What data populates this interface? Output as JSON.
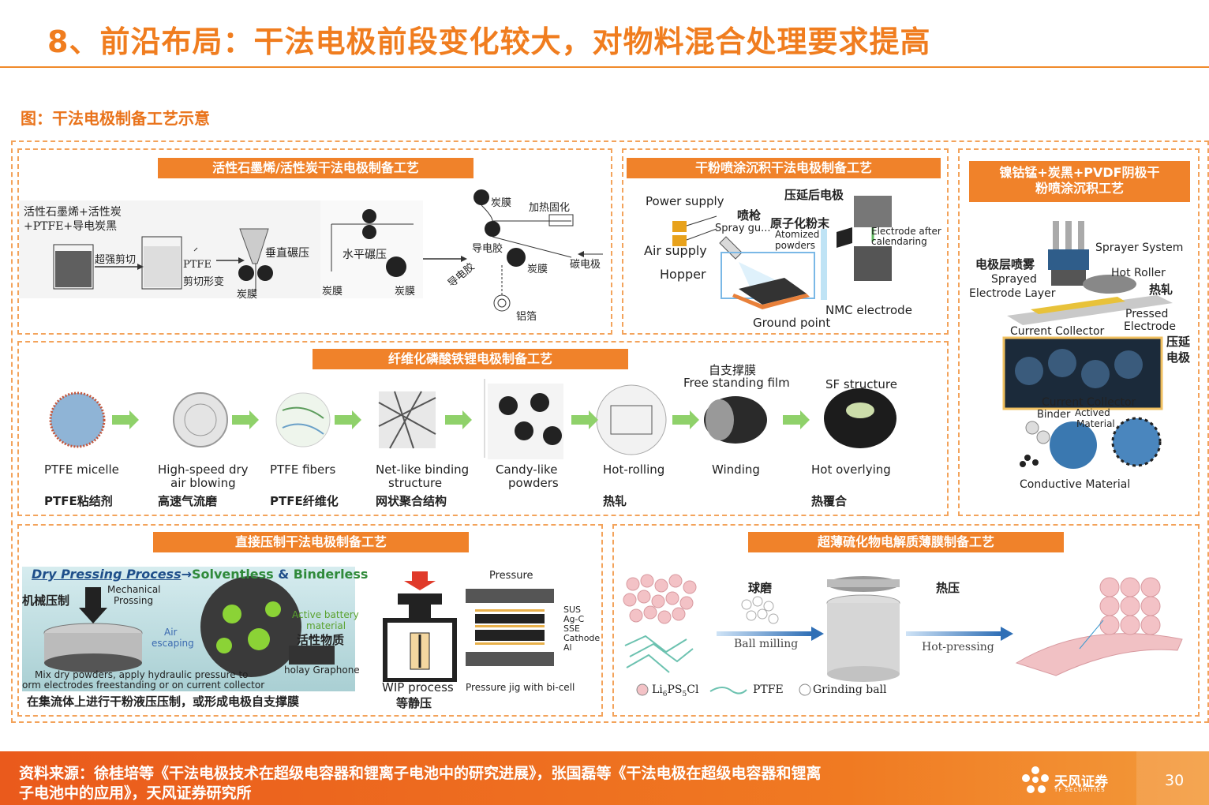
{
  "header": {
    "title": "8、前沿布局：干法电极前段变化较大，对物料混合处理要求提高",
    "figure_caption": "图：干法电极制备工艺示意"
  },
  "panel_graphene": {
    "band": "活性石墨烯/活性炭干法电极制备工艺",
    "mix_line1": "活性石墨烯+活性炭",
    "mix_line2": "+PTFE+导电炭黑",
    "shear": "超强剪切",
    "ptfe": "PTFE",
    "shear_deform": "剪切形变",
    "vertical_roll": "垂直碾压",
    "carbon_film_1": "炭膜",
    "horizontal_roll": "水平碾压",
    "carbon_film_2": "炭膜",
    "carbon_film_3": "炭膜",
    "carbon_film_top": "炭膜",
    "heat_cure": "加热固化",
    "conductive_glue_1": "导电胶",
    "conductive_glue_2": "导电胶",
    "carbon_film_4": "炭膜",
    "carbon_electrode": "碳电极",
    "aluminum_foil": "铝箔"
  },
  "panel_spray": {
    "band": "干粉喷涂沉积干法电极制备工艺",
    "power_supply": "Power supply",
    "spray_gun_cn": "喷枪",
    "spray_gun": "Spray gu...",
    "calendered_cn": "压延后电极",
    "atomized_cn": "原子化粉末",
    "atomized_en1": "Atomized",
    "atomized_en2": "powders",
    "after_cal_1": "Electrode after",
    "after_cal_2": "calendaring",
    "air_supply": "Air supply",
    "hopper": "Hopper",
    "nmc": "NMC electrode",
    "ground": "Ground point"
  },
  "panel_nmc": {
    "band_line1": "镍钴锰+炭黑+PVDF阴极干",
    "band_line2": "粉喷涂沉积工艺",
    "sprayer": "Sprayer System",
    "layer_cn": "电极层喷雾",
    "sprayed": "Sprayed",
    "electrode_layer": "Electrode Layer",
    "hot_roller": "Hot Roller",
    "hot_roll_cn": "热轧",
    "current_collector_top": "Current Collector",
    "pressed": "Pressed",
    "electrode": "Electrode",
    "cal_cn_1": "压延",
    "cal_cn_2": "电极",
    "current_collector": "Current Collector",
    "binder": "Binder",
    "active_1": "Actived",
    "active_2": "Material",
    "conductive": "Conductive Material"
  },
  "panel_lfp": {
    "band": "纤维化磷酸铁锂电极制备工艺",
    "steps": [
      {
        "en": "PTFE micelle",
        "en2": "",
        "cn": "PTFE粘结剂"
      },
      {
        "en": "High-speed dry",
        "en2": "air blowing",
        "cn": "高速气流磨"
      },
      {
        "en": "PTFE fibers",
        "en2": "",
        "cn": "PTFE纤维化"
      },
      {
        "en": "Net-like binding",
        "en2": "structure",
        "cn": "网状聚合结构"
      },
      {
        "en": "Candy-like",
        "en2": "powders",
        "cn": ""
      },
      {
        "en": "Hot-rolling",
        "en2": "",
        "cn": "热轧"
      },
      {
        "en": "Winding",
        "en2": "",
        "cn": ""
      },
      {
        "en": "Hot overlying",
        "en2": "",
        "cn": "热覆合"
      }
    ],
    "free_cn": "自支撑膜",
    "free_en": "Free standing film",
    "sf": "SF structure"
  },
  "panel_press": {
    "band": "直接压制干法电极制备工艺",
    "dry_title": "Dry Pressing Process",
    "arrow": "→",
    "solventless": "Solventless",
    "amp": " & ",
    "binderless": "Binderless",
    "mech_cn": "机械压制",
    "mech_en1": "Mechanical",
    "mech_en2": "Prossing",
    "active_en1": "Active battery",
    "active_en2": "material",
    "air_en1": "Air",
    "air_en2": "escaping",
    "active_cn": "活性物质",
    "holay": "holay Graphone",
    "mix_en1": "Mix dry powders, apply hydraulic pressure to",
    "mix_en2": "orm electrodes freestanding or on current collector",
    "mix_cn": "在集流体上进行干粉液压压制，或形成电极自支撑膜",
    "wip": "WIP process",
    "wip_cn": "等静压",
    "pressure": "Pressure",
    "layers": [
      "SUS",
      "Ag-C",
      "SSE",
      "Cathode",
      "Al"
    ],
    "jig": "Pressure jig with bi-cell"
  },
  "panel_sulfide": {
    "band": "超薄硫化物电解质薄膜制备工艺",
    "ball_cn": "球磨",
    "hot_cn": "热压",
    "ball_en": "Ball milling",
    "hot_en": "Hot-pressing",
    "legend_li": "Li",
    "legend_ps": "PS",
    "legend_cl": "Cl",
    "legend_ptfe": "PTFE",
    "legend_ball": "Grinding ball"
  },
  "footer": {
    "source_line1": "资料来源：徐桂培等《干法电极技术在超级电容器和锂离子电池中的研究进展》，张国磊等《干法电极在超级电容器和锂离",
    "source_line2": "子电池中的应用》，天风证券研究所",
    "logo": "天风证券",
    "logo_sub": "TF SECURITIES",
    "page": "30"
  },
  "colors": {
    "accent": "#f0822a",
    "title": "#f07d1f",
    "arrow_green": "#8fd16a"
  }
}
